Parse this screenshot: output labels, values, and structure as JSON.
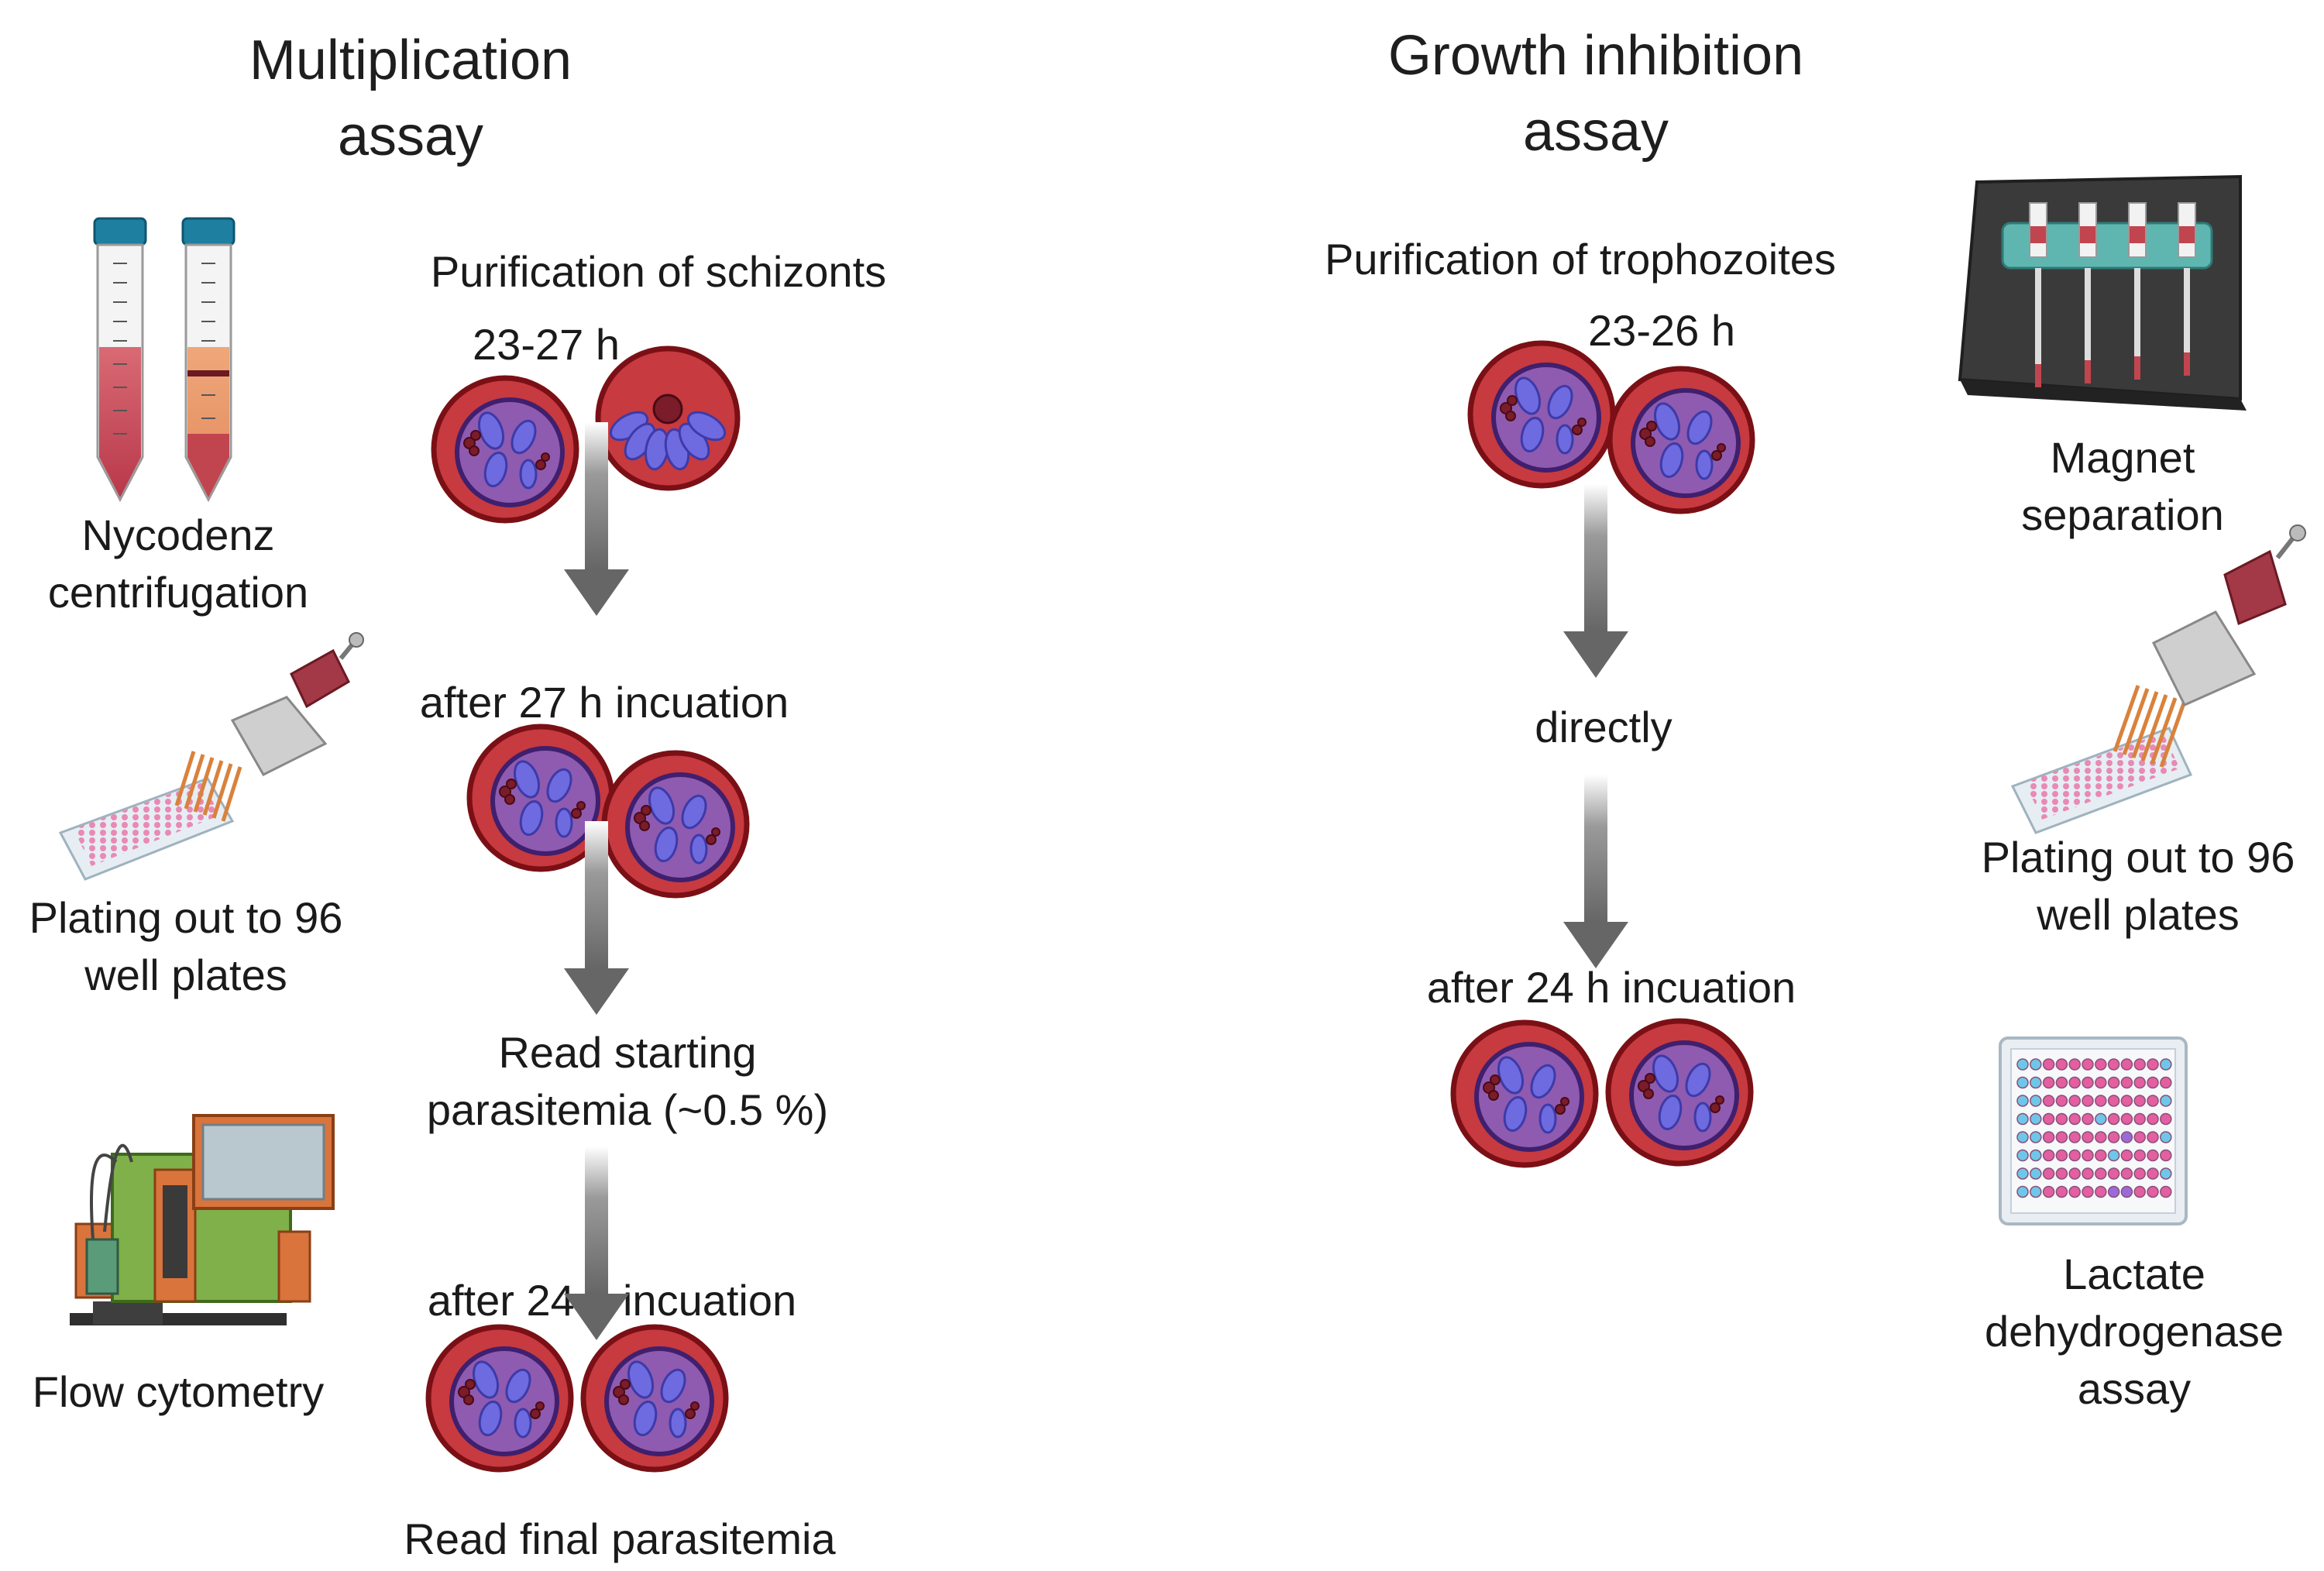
{
  "multiplication": {
    "title": "Multiplication\nassay",
    "step1": "Purification of schizonts",
    "time1": "23-27 h",
    "step2": "after 27 h incuation",
    "step3": "Read starting\nparasitemia (~0.5 %)",
    "step4": "after 24 h incuation",
    "step5": "Read final parasitemia",
    "tools": {
      "nycodenz": "Nycodenz\ncentrifugation",
      "plating": "Plating out to 96\nwell plates",
      "flow": "Flow cytometry"
    }
  },
  "growth": {
    "title": "Growth inhibition\nassay",
    "step1": "Purification of trophozoites",
    "time1": "23-26 h",
    "step2": "directly",
    "step3": "after 24 h incuation",
    "tools": {
      "magnet": "Magnet\nseparation",
      "plating": "Plating out to 96\nwell plates",
      "ldh": "Lactate\ndehydrogenase\nassay"
    }
  },
  "colors": {
    "rbc": "#c73a3f",
    "rbc_outline": "#7a1015",
    "parasite": "#8e5bb0",
    "arrow": "#6e6e6e"
  }
}
